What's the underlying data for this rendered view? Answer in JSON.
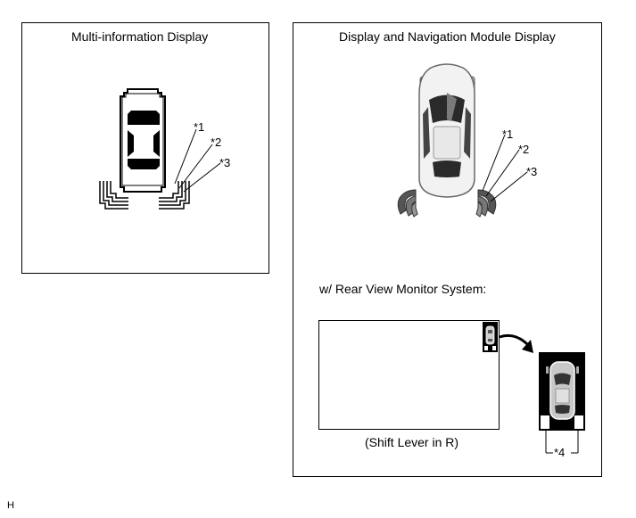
{
  "left_panel": {
    "title": "Multi-information Display",
    "callouts": [
      "*1",
      "*2",
      "*3"
    ]
  },
  "right_panel": {
    "title": "Display and Navigation Module Display",
    "callouts": [
      "*1",
      "*2",
      "*3"
    ],
    "rear_view": {
      "label": "w/ Rear View Monitor System:",
      "screen_caption": "(Shift Lever in R)",
      "callout": "*4"
    }
  },
  "corner_mark": "H"
}
